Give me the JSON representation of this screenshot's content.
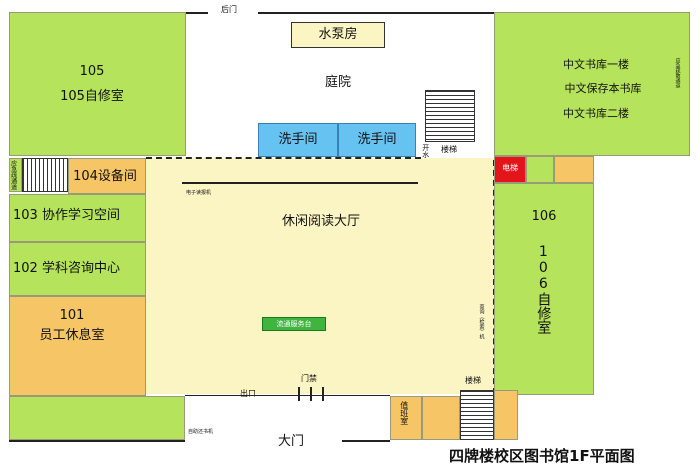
{
  "title": "四牌楼校区图书馆1F平面图",
  "doors": {
    "back_door": "后门",
    "main_door": "大门",
    "exit": "出口",
    "gate": "门禁"
  },
  "rooms": {
    "r105_num": "105",
    "r105_name": "105自修室",
    "pump_room": "水泵房",
    "courtyard": "庭院",
    "washroom_1": "洗手间",
    "washroom_2": "洗手间",
    "chinese_stack_1f": "中文书库一楼",
    "chinese_reserve": "中文保存本书库",
    "chinese_stack_2f": "中文书库二楼",
    "emergency_passage_right": "应急疏散通道",
    "emergency_passage_left": "应急疏通道",
    "r104": "104设备间",
    "r103": "103 协作学习空间",
    "r102": "102 学科咨询中心",
    "r101_num": "101",
    "r101_name": "员工休息室",
    "reading_hall": "休闲阅读大厅",
    "circulation_desk": "流通服务台",
    "r106_num": "106",
    "r106_name": "106自修室",
    "elevator": "电梯",
    "duty_room": "值班室",
    "water_room": "开水间",
    "stairs_upper": "楼梯",
    "stairs_left": "楼梯",
    "stairs_lower": "楼梯",
    "e_reader": "电子读报机",
    "self_return": "自助还书机",
    "query_machine": "查询（检索）机"
  },
  "colors": {
    "study_green": "#b5e35b",
    "office_orange": "#f6c565",
    "hall_cream": "#fbf5c4",
    "washroom_blue": "#66c2f0",
    "elevator_red": "#e4141b"
  }
}
